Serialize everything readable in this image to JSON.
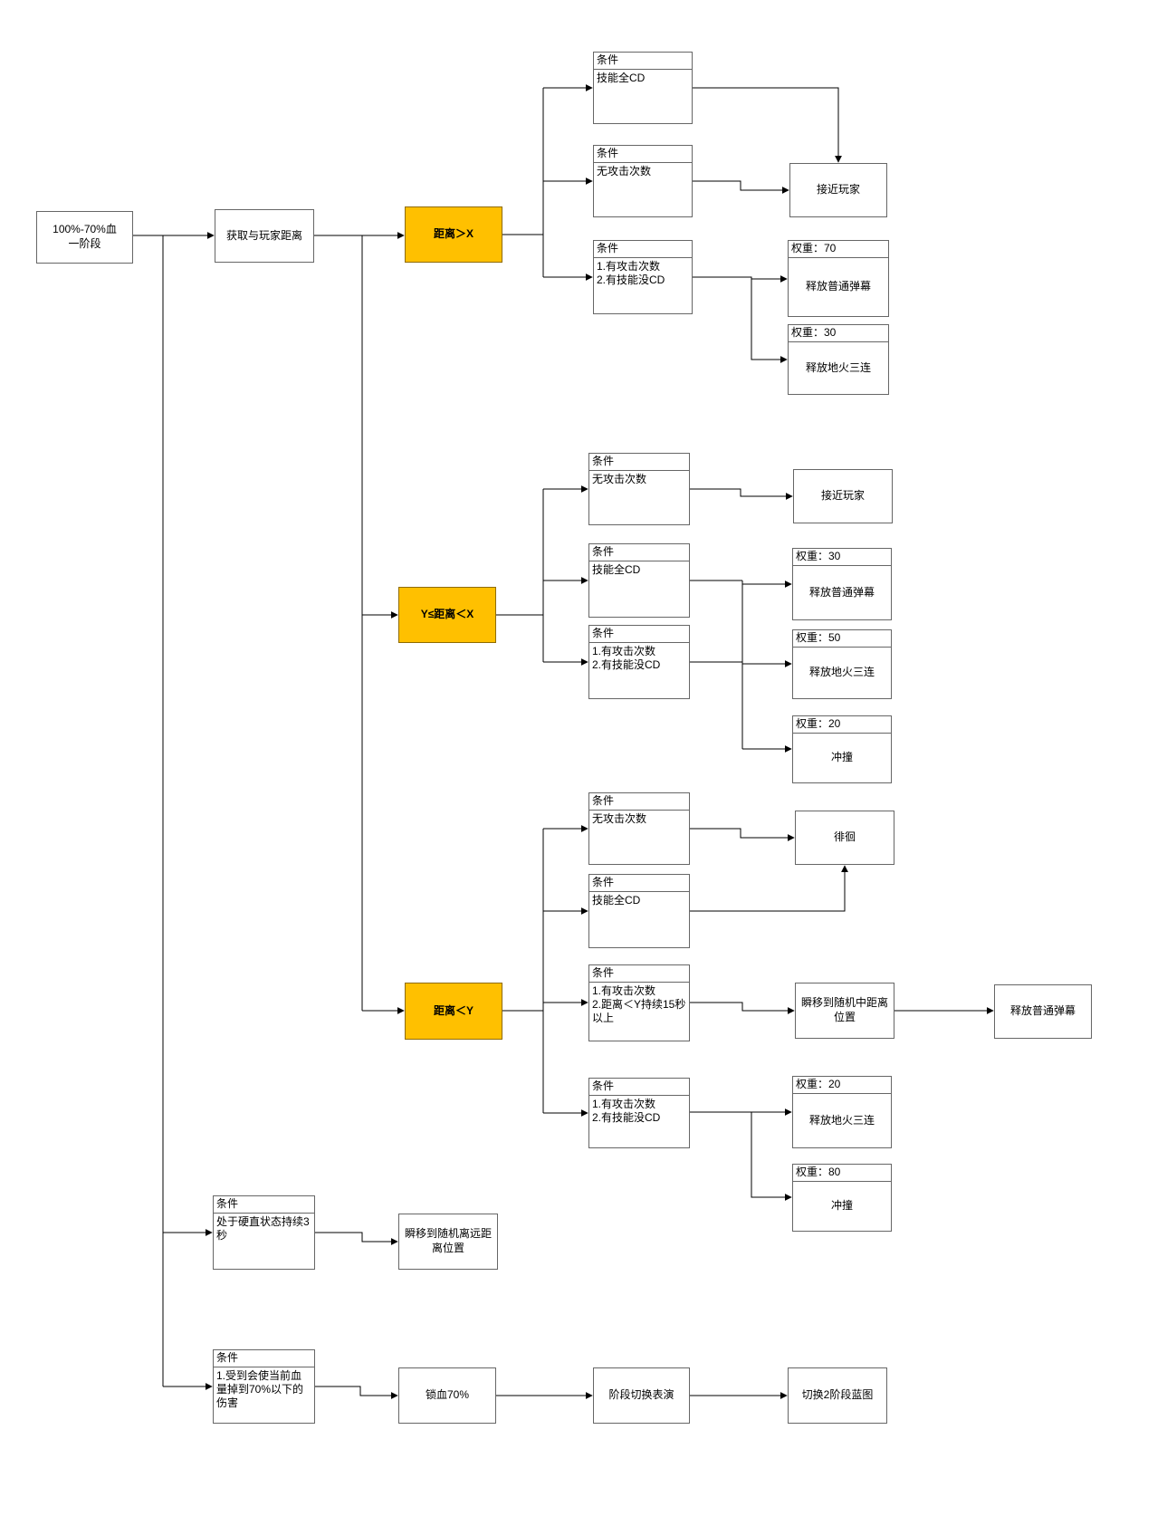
{
  "colors": {
    "highlight": "#FFC000",
    "highlight_border": "#8F6B00",
    "box_border": "#666666",
    "line": "#000000",
    "canvas_bg": "#FFFFFF"
  },
  "nodes": {
    "phase": {
      "label": "100%-70%血\n一阶段"
    },
    "get_distance": {
      "label": "获取与玩家距离"
    },
    "dist_gt_x": {
      "label": "距离＞X"
    },
    "far_cond_skill_cd": {
      "header": "条件",
      "body": "技能全CD"
    },
    "far_cond_no_attack": {
      "header": "条件",
      "body": "无攻击次数"
    },
    "far_cond_attack": {
      "header": "条件",
      "body": "1.有攻击次数\n2.有技能没CD"
    },
    "far_approach": {
      "label": "接近玩家"
    },
    "far_w70": {
      "header": "权重：70",
      "body": "释放普通弹幕"
    },
    "far_w30": {
      "header": "权重：30",
      "body": "释放地火三连"
    },
    "dist_between": {
      "label": "Y≤距离＜X"
    },
    "mid_cond_no_attack": {
      "header": "条件",
      "body": "无攻击次数"
    },
    "mid_approach": {
      "label": "接近玩家"
    },
    "mid_cond_skill_cd": {
      "header": "条件",
      "body": "技能全CD"
    },
    "mid_cond_attack": {
      "header": "条件",
      "body": "1.有攻击次数\n2.有技能没CD"
    },
    "mid_w30": {
      "header": "权重：30",
      "body": "释放普通弹幕"
    },
    "mid_w50": {
      "header": "权重：50",
      "body": "释放地火三连"
    },
    "mid_w20": {
      "header": "权重：20",
      "body": "冲撞"
    },
    "dist_lt_y": {
      "label": "距离＜Y"
    },
    "near_cond_no_attack": {
      "header": "条件",
      "body": "无攻击次数"
    },
    "wander": {
      "label": "徘徊"
    },
    "near_cond_skill_cd": {
      "header": "条件",
      "body": "技能全CD"
    },
    "near_cond_15s": {
      "header": "条件",
      "body": "1.有攻击次数\n2.距离＜Y持续15秒以上"
    },
    "teleport_mid": {
      "label": "瞬移到随机中距离位置"
    },
    "near_barrage": {
      "label": "释放普通弹幕"
    },
    "near_cond_attack": {
      "header": "条件",
      "body": "1.有攻击次数\n2.有技能没CD"
    },
    "near_w20": {
      "header": "权重：20",
      "body": "释放地火三连"
    },
    "near_w80": {
      "header": "权重：80",
      "body": "冲撞"
    },
    "stagger_cond": {
      "header": "条件",
      "body": "处于硬直状态持续3秒"
    },
    "teleport_far": {
      "label": "瞬移到随机离远距离位置"
    },
    "hp_drop_cond": {
      "header": "条件",
      "body": "1.受到会使当前血量掉到70%以下的伤害"
    },
    "lock_hp": {
      "label": "锁血70%"
    },
    "phase_switch": {
      "label": "阶段切换表演"
    },
    "switch_blueprint": {
      "label": "切换2阶段蓝图"
    }
  }
}
